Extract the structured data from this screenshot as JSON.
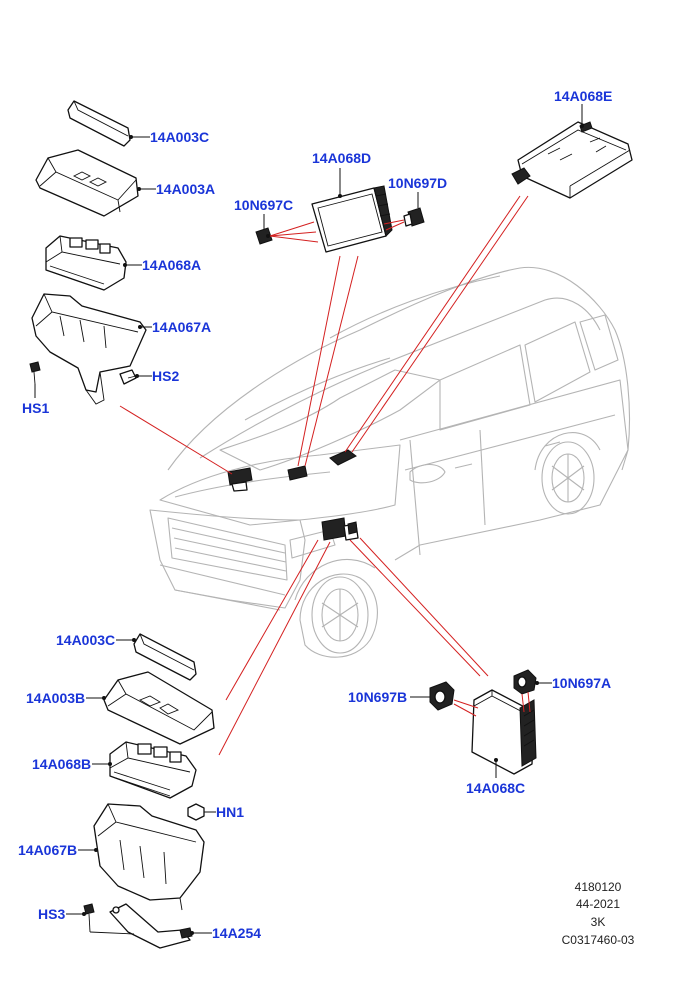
{
  "callouts": {
    "c_14A003C_top": "14A003C",
    "c_14A003A": "14A003A",
    "c_14A068A": "14A068A",
    "c_14A067A": "14A067A",
    "c_HS2": "HS2",
    "c_HS1": "HS1",
    "c_14A068D": "14A068D",
    "c_10N697C": "10N697C",
    "c_10N697D": "10N697D",
    "c_14A068E": "14A068E",
    "c_14A003C_bottom": "14A003C",
    "c_14A003B": "14A003B",
    "c_14A068B": "14A068B",
    "c_HN1": "HN1",
    "c_14A067B": "14A067B",
    "c_HS3": "HS3",
    "c_14A254": "14A254",
    "c_10N697B": "10N697B",
    "c_10N697A": "10N697A",
    "c_14A068C": "14A068C"
  },
  "reference": {
    "line1": "4180120",
    "line2": "44-2021",
    "line3": "3K",
    "line4": "C0317460-03"
  },
  "colors": {
    "label": "#1a35d8",
    "connector": "#d42020",
    "vehicle_outline": "#b4b4b4"
  }
}
